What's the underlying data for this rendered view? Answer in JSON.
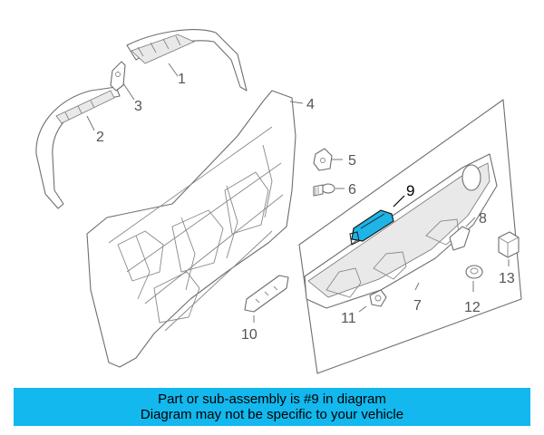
{
  "callouts": {
    "c1": "1",
    "c2": "2",
    "c3": "3",
    "c4": "4",
    "c5": "5",
    "c6": "6",
    "c7": "7",
    "c8": "8",
    "c9": "9",
    "c10": "10",
    "c11": "11",
    "c12": "12",
    "c13": "13"
  },
  "highlighted_part": "9",
  "highlight_color": "#1eb4e6",
  "banner": {
    "line1": "Part or sub-assembly is #9 in diagram",
    "line2": "Diagram may not be specific to your vehicle",
    "color": "#12b8ee"
  }
}
